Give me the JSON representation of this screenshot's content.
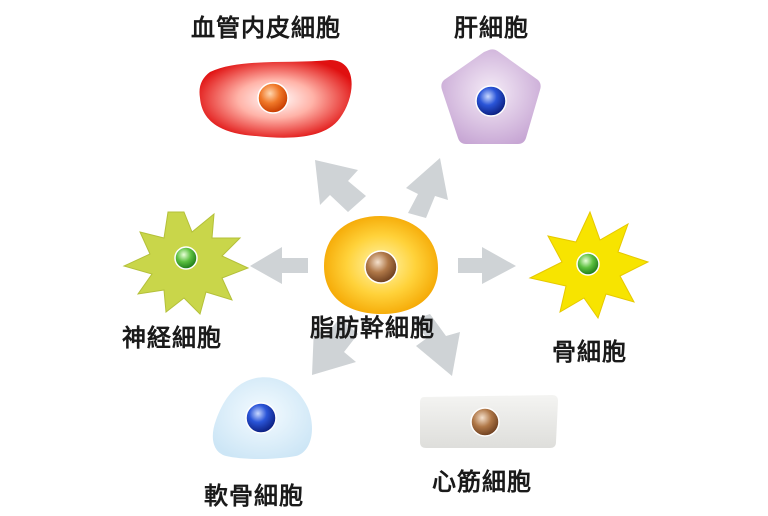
{
  "diagram": {
    "center": {
      "label": "脂肪幹細胞"
    },
    "cells": {
      "endothelial": {
        "label": "血管内皮細胞"
      },
      "liver": {
        "label": "肝細胞"
      },
      "nerve": {
        "label": "神経細胞"
      },
      "bone": {
        "label": "骨細胞"
      },
      "cartilage": {
        "label": "軟骨細胞"
      },
      "muscle": {
        "label": "心筋細胞"
      }
    }
  }
}
